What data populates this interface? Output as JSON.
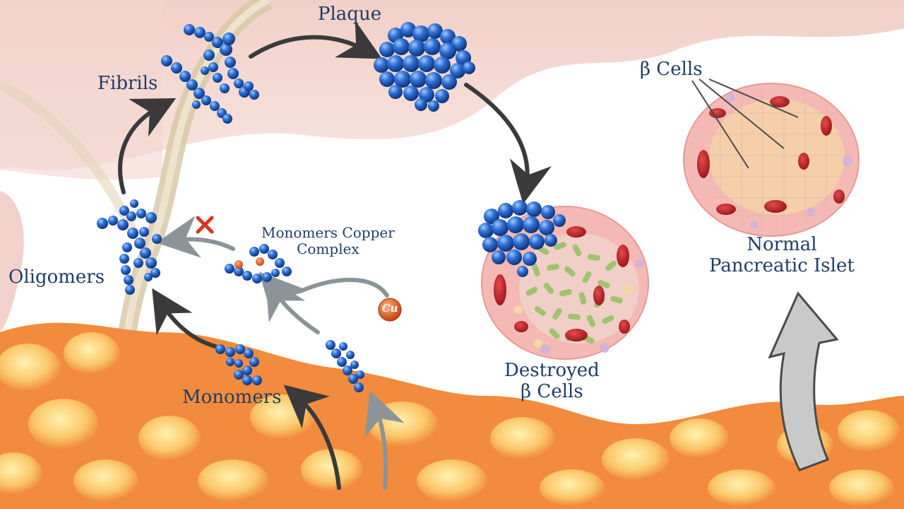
{
  "labels": {
    "plaque": "Plaque",
    "fibrils": "Fibrils",
    "oligomers": "Oligomers",
    "complex_line1": "Monomers Copper",
    "complex_line2": "Complex",
    "monomers": "Monomers",
    "destroyed_line1": "Destroyed",
    "destroyed_line2": "β Cells",
    "normal_line1": "Normal",
    "normal_line2": "Pancreatic Islet",
    "beta_cells": "β Cells",
    "copper": "Cu"
  },
  "colors": {
    "molecule": "#2f6fd6",
    "molecule_dark": "#12408f",
    "arrow_dark": "#3a3a3a",
    "arrow_gray": "#8c9498",
    "blocked_x": "#d9341f",
    "copper": "#e0561d",
    "islet_pink": "#f4b9b4",
    "beta_cell": "#f6d7a6",
    "destroyed_green": "#9cc36a",
    "red_cell": "#b8202a",
    "tissue_orange": "#f08a3c"
  },
  "icons": {
    "blocked": "x-mark-icon",
    "copper": "copper-ion-icon",
    "flow": "arrow-icon"
  }
}
